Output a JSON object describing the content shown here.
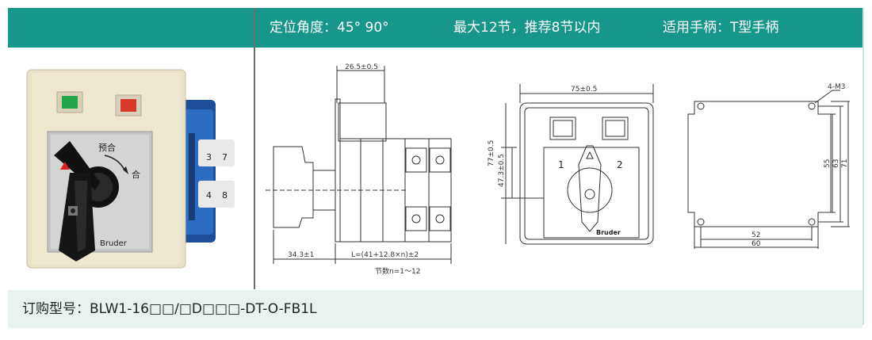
{
  "header": {
    "angle": "定位角度：45°  90°",
    "sections": "最大12节，推荐8节以内",
    "handle": "适用手柄：T型手柄"
  },
  "product": {
    "direction_label_left": "预合",
    "direction_label_right": "合",
    "brand": "Bruder",
    "terminal_numbers": [
      "3",
      "7",
      "4",
      "8"
    ]
  },
  "side_view": {
    "dim_top": "26.5±0.5",
    "dim_left": "34.3±1",
    "dim_body": "L=(41+12.8×n)±2",
    "note": "节数n=1～12"
  },
  "front_view": {
    "dim_width": "75±0.5",
    "dim_height_outer": "77±0.5",
    "dim_height_inner": "47.3±0.5",
    "position_1": "1",
    "position_2": "2",
    "brand": "Bruder"
  },
  "mount_view": {
    "holes": "4-M3",
    "dim_55": "55",
    "dim_63": "63",
    "dim_71": "71",
    "dim_52": "52",
    "dim_60": "60"
  },
  "order": {
    "text": "订购型号：BLW1-16□□/□D□□□-DT-O-FB1L"
  }
}
